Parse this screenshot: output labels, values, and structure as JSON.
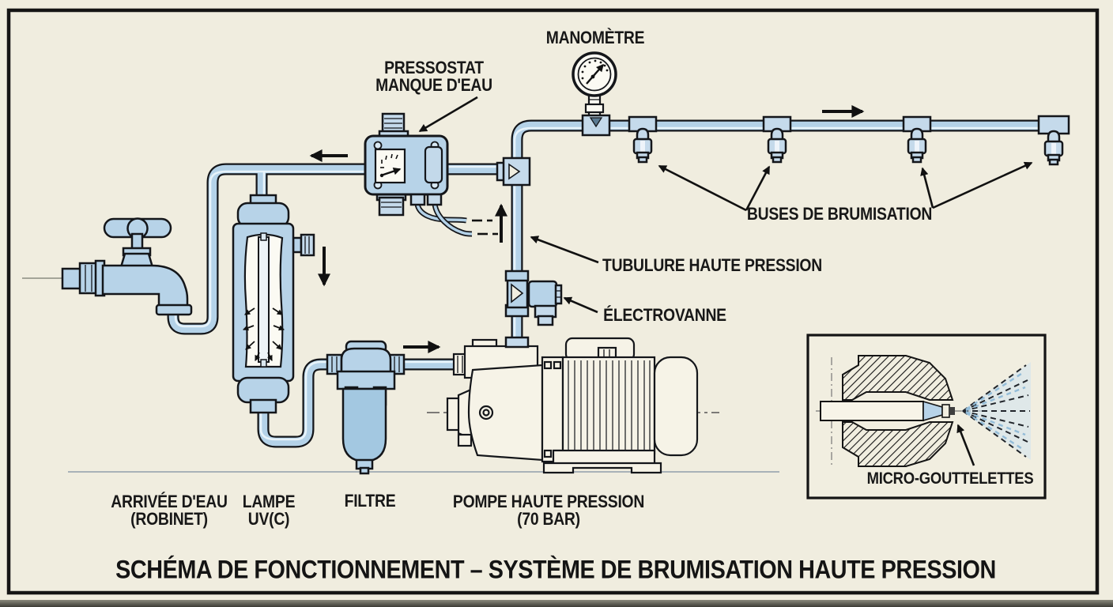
{
  "title": {
    "text": "SCHÉMA DE FONCTIONNEMENT – SYSTÈME DE BRUMISATION HAUTE PRESSION"
  },
  "labels": {
    "manometre": "MANOMÈTRE",
    "pressostat1": "PRESSOSTAT",
    "pressostat2": "MANQUE D'EAU",
    "buses": "BUSES DE BRUMISATION",
    "tubulure": "TUBULURE HAUTE PRESSION",
    "electrovanne": "ÉLECTROVANNE",
    "arrivee1": "ARRIVÉE D'EAU",
    "arrivee2": "(ROBINET)",
    "lampe1": "LAMPE",
    "lampe2": "UV(C)",
    "filtre": "FILTRE",
    "pompe1": "POMPE HAUTE PRESSION",
    "pompe2": "(70 BAR)",
    "micro": "MICRO-GOUTTELETTES"
  },
  "colors": {
    "background": "#f0eddf",
    "pipe_fill": "#b4d2e8",
    "component_fill": "#b7d3e8",
    "outline": "#14161a",
    "spray_wash": "#cfe3f1",
    "frame": "#151515"
  },
  "system": {
    "pump_pressure": "70 BAR",
    "nozzle_count": 4,
    "flow_order": [
      "ARRIVÉE D'EAU (ROBINET)",
      "LAMPE UV(C)",
      "FILTRE",
      "POMPE HAUTE PRESSION",
      "ÉLECTROVANNE",
      "TUBULURE HAUTE PRESSION",
      "BUSES DE BRUMISATION"
    ]
  }
}
